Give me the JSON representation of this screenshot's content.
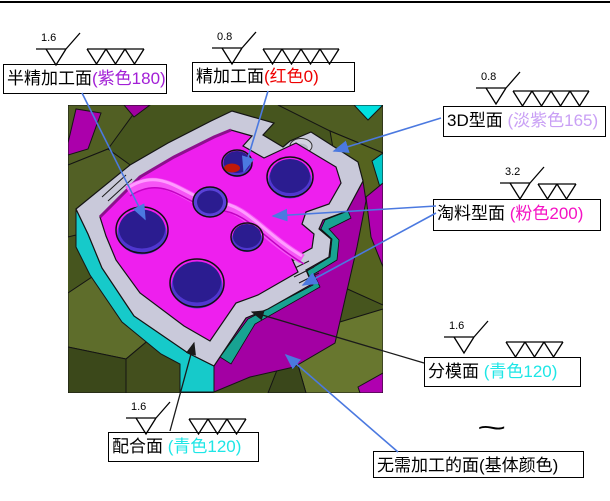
{
  "figure": {
    "tilde_symbol": "~",
    "leader_blue": "#4B79E0",
    "leader_black": "#1A1A1A"
  },
  "annotations": [
    {
      "label": "半精加工面",
      "color_label": "(紫色180)",
      "color": "#A21FD6",
      "roughness": "1.6",
      "triangles": 3
    },
    {
      "label": "精加工面",
      "color_label": "(红色0)",
      "color": "#EE0000",
      "roughness": "0.8",
      "triangles": 4
    },
    {
      "label": "3D型面 ",
      "color_label": "(淡紫色165)",
      "color": "#C9A0F5",
      "roughness": "0.8",
      "triangles": 4
    },
    {
      "label": "淘料型面 ",
      "color_label": "(粉色200)",
      "color": "#F513C4",
      "roughness": "3.2",
      "triangles": 2
    },
    {
      "label": "分模面 ",
      "color_label": "(青色120)",
      "color": "#1EE6E6",
      "roughness": "1.6",
      "triangles": 3
    },
    {
      "label": "配合面 ",
      "color_label": "(青色120)",
      "color": "#1EE6E6",
      "roughness": "1.6",
      "triangles": 3
    },
    {
      "label": "无需加工的面(基体颜色)",
      "color_label": "",
      "color": "#000000",
      "roughness": "",
      "triangles": 0
    }
  ],
  "model": {
    "face_magenta": "#EE1FEE",
    "flange_gray": "#C9C9DA",
    "side_cyan": "#16CACA",
    "side_purple": "#A300A3",
    "band_teal": "#18A392",
    "hole_blue": "#2B1C90",
    "hole_ring": "#5036D0",
    "spot_red": "#C21807",
    "background_green": "#46551E",
    "block_light_green": "#5E6D2B"
  }
}
